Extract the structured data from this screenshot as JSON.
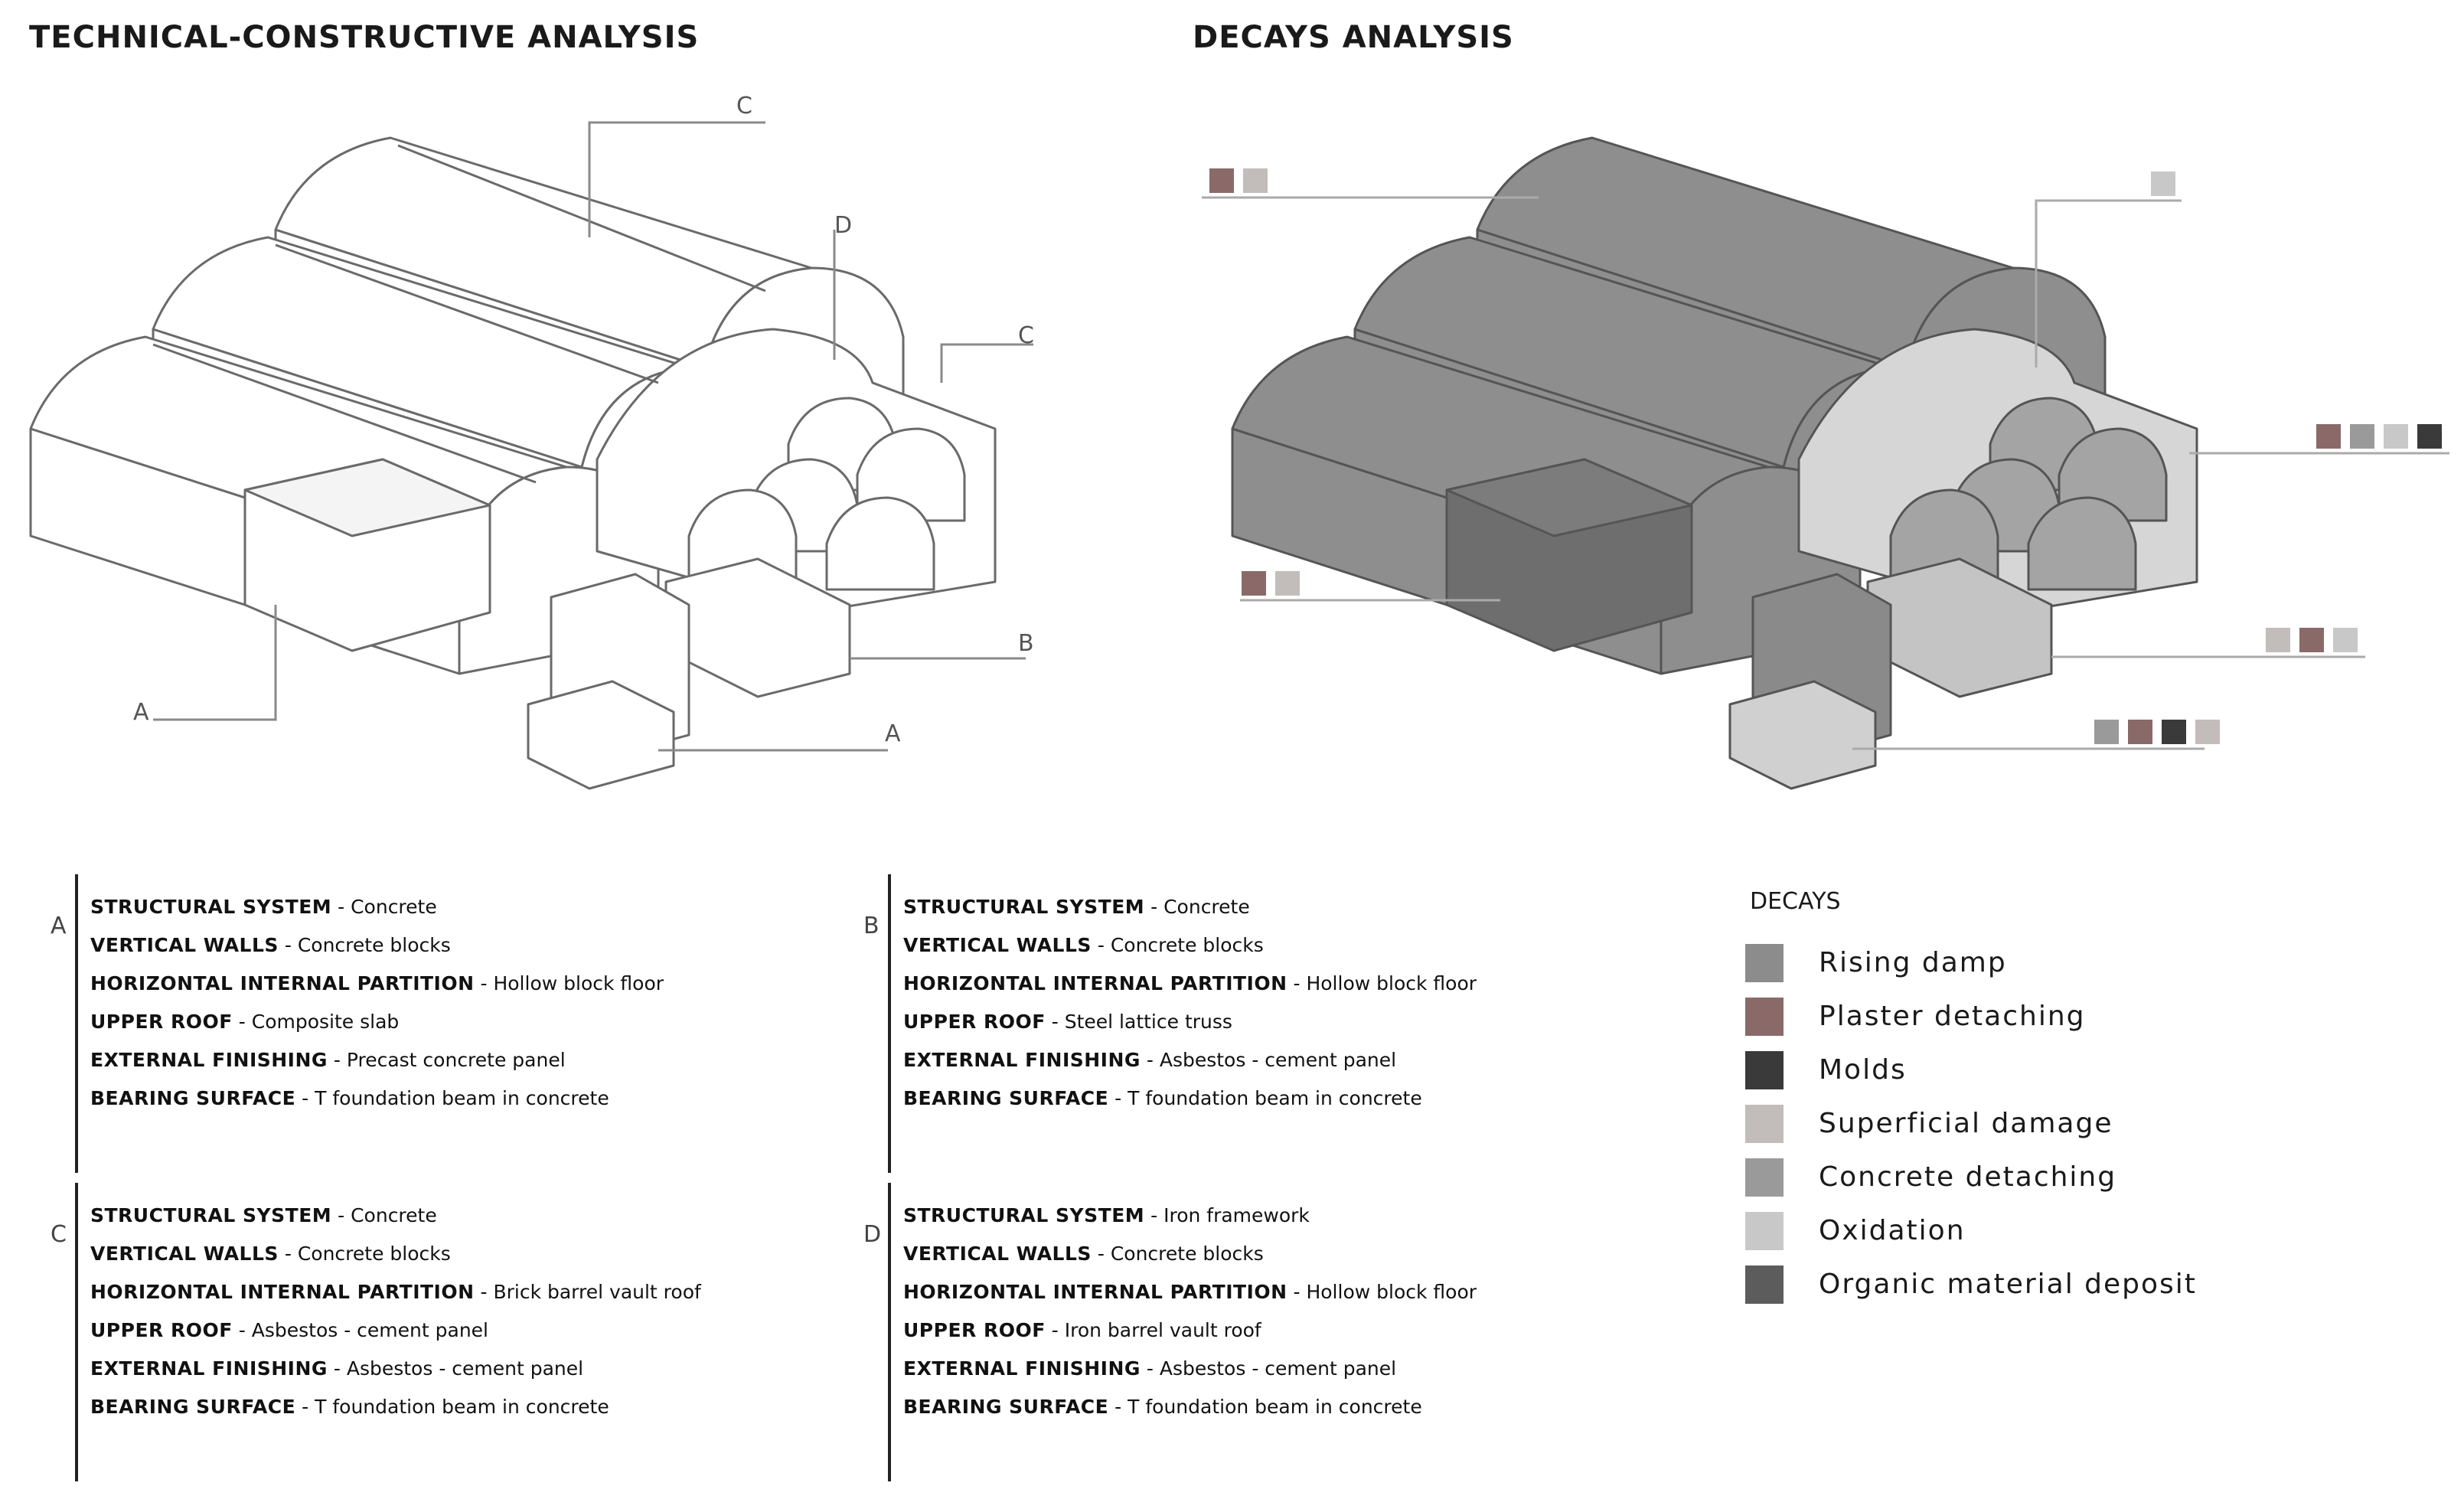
{
  "titles": {
    "left": "TECHNICAL-CONSTRUCTIVE ANALYSIS",
    "right": "DECAYS ANALYSIS"
  },
  "left_callouts": [
    {
      "letter": "C"
    },
    {
      "letter": "D"
    },
    {
      "letter": "C"
    },
    {
      "letter": "B"
    },
    {
      "letter": "A"
    },
    {
      "letter": "A"
    }
  ],
  "specs": [
    {
      "letter": "A",
      "lines": [
        {
          "key": "STRUCTURAL SYSTEM",
          "value": "Concrete"
        },
        {
          "key": "VERTICAL WALLS",
          "value": "Concrete blocks"
        },
        {
          "key": "HORIZONTAL INTERNAL PARTITION",
          "value": "Hollow block floor"
        },
        {
          "key": "UPPER ROOF",
          "value": "Composite slab"
        },
        {
          "key": "EXTERNAL FINISHING",
          "value": "Precast concrete panel"
        },
        {
          "key": "BEARING SURFACE",
          "value": "T foundation beam in concrete"
        }
      ]
    },
    {
      "letter": "B",
      "lines": [
        {
          "key": "STRUCTURAL SYSTEM",
          "value": "Concrete"
        },
        {
          "key": "VERTICAL WALLS",
          "value": "Concrete blocks"
        },
        {
          "key": "HORIZONTAL INTERNAL PARTITION",
          "value": "Hollow block floor"
        },
        {
          "key": "UPPER ROOF",
          "value": "Steel lattice truss"
        },
        {
          "key": "EXTERNAL FINISHING",
          "value": "Asbestos - cement panel"
        },
        {
          "key": "BEARING SURFACE",
          "value": "T foundation beam in concrete"
        }
      ]
    },
    {
      "letter": "C",
      "lines": [
        {
          "key": "STRUCTURAL SYSTEM",
          "value": "Concrete"
        },
        {
          "key": "VERTICAL WALLS",
          "value": "Concrete blocks"
        },
        {
          "key": "HORIZONTAL INTERNAL PARTITION",
          "value": "Brick barrel vault roof"
        },
        {
          "key": "UPPER ROOF",
          "value": "Asbestos - cement panel"
        },
        {
          "key": "EXTERNAL FINISHING",
          "value": "Asbestos - cement panel"
        },
        {
          "key": "BEARING SURFACE",
          "value": "T foundation beam in concrete"
        }
      ]
    },
    {
      "letter": "D",
      "lines": [
        {
          "key": "STRUCTURAL SYSTEM",
          "value": "Iron framework"
        },
        {
          "key": "VERTICAL WALLS",
          "value": "Concrete blocks"
        },
        {
          "key": "HORIZONTAL INTERNAL PARTITION",
          "value": "Hollow block floor"
        },
        {
          "key": "UPPER ROOF",
          "value": "Iron barrel vault roof"
        },
        {
          "key": "EXTERNAL FINISHING",
          "value": "Asbestos - cement panel"
        },
        {
          "key": "BEARING SURFACE",
          "value": "T foundation beam in concrete"
        }
      ]
    }
  ],
  "legend": {
    "title": "DECAYS",
    "items": [
      {
        "label": "Rising damp",
        "color": "#8c8c8c"
      },
      {
        "label": "Plaster detaching",
        "color": "#8a6a68"
      },
      {
        "label": "Molds",
        "color": "#3a3a3a"
      },
      {
        "label": "Superficial damage",
        "color": "#c2bcbb"
      },
      {
        "label": "Concrete detaching",
        "color": "#9a9a9a"
      },
      {
        "label": "Oxidation",
        "color": "#c8c8c8"
      },
      {
        "label": "Organic material deposit",
        "color": "#5c5c5c"
      }
    ]
  },
  "decay_tags": [
    {
      "colors": [
        "#8a6a68",
        "#c2bcbb"
      ]
    },
    {
      "colors": [
        "#c8c8c8"
      ]
    },
    {
      "colors": [
        "#8a6a68",
        "#9a9a9a",
        "#c8c8c8",
        "#3a3a3a"
      ]
    },
    {
      "colors": [
        "#8a6a68",
        "#c2bcbb"
      ]
    },
    {
      "colors": [
        "#c2bcbb",
        "#8a6a68",
        "#c8c8c8"
      ]
    },
    {
      "colors": [
        "#9a9a9a",
        "#8a6a68",
        "#3a3a3a",
        "#c2bcbb"
      ]
    }
  ]
}
